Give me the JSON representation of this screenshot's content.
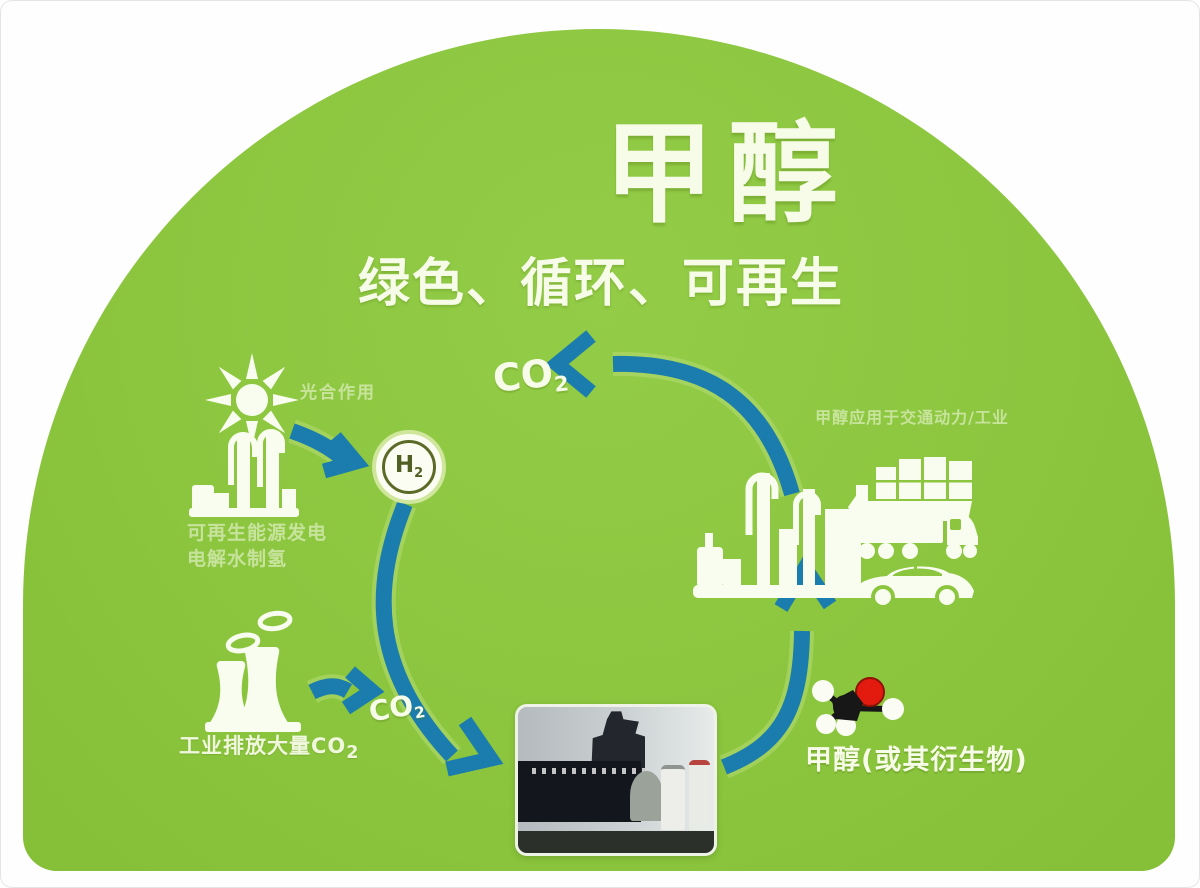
{
  "title": {
    "text": "甲醇"
  },
  "subtitle": {
    "text": "绿色、循环、可再生"
  },
  "labels": {
    "co2_top": {
      "base": "CO",
      "sub": "2"
    },
    "co2_left": {
      "base": "CO",
      "sub": "2"
    },
    "h2_badge": {
      "base": "H",
      "sub": "2"
    },
    "sun_caption": "光合作用",
    "renewable_caption_line1": "可再生能源发电",
    "renewable_caption_line2": "电解水制氢",
    "industry_caption": {
      "base": "工业排放大量CO",
      "sub": "2"
    },
    "usage_caption": "甲醇应用于交通动力/工业",
    "molecule_caption": "甲醇(或其衍生物)"
  },
  "colors": {
    "dome_green": "#8cc63f",
    "arrow_teal": "#1b7dad",
    "text_cream": "#f7fce8",
    "molecule_red": "#e21b0e",
    "molecule_black": "#171717"
  }
}
